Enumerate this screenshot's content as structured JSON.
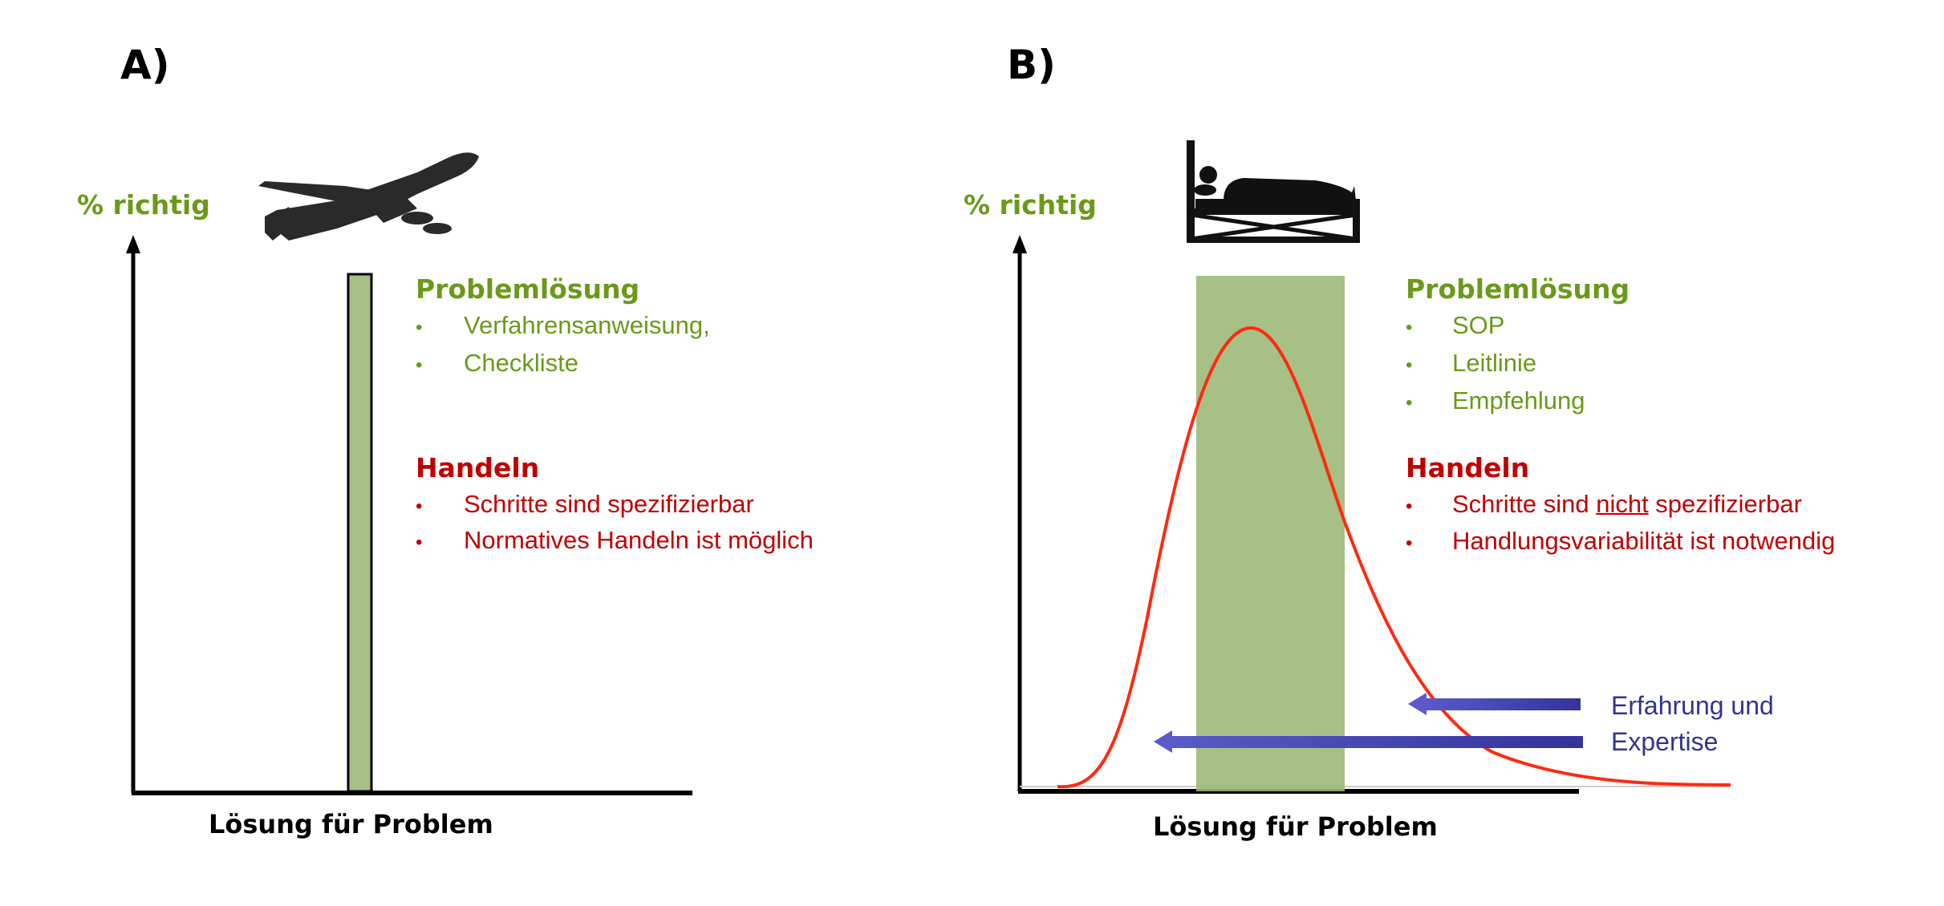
{
  "panel_a": {
    "label": "A)",
    "y_axis_label": "% richtig",
    "x_axis_label": "Lösung für Problem",
    "icon": "airplane-icon",
    "problem_heading": "Problemlösung",
    "problem_items": [
      "Verfahrensanweisung,",
      "Checkliste"
    ],
    "action_heading": "Handeln",
    "action_items": [
      "Schritte sind spezifizierbar",
      "Normatives Handeln ist möglich"
    ]
  },
  "panel_b": {
    "label": "B)",
    "y_axis_label": "% richtig",
    "x_axis_label": "Lösung für Problem",
    "icon": "patient-in-bed-icon",
    "problem_heading": "Problemlösung",
    "problem_items": [
      "SOP",
      "Leitlinie",
      "Empfehlung"
    ],
    "action_heading": "Handeln",
    "action_item_1_pre": "Schritte sind ",
    "action_item_1_emph": "nicht",
    "action_item_1_post": " spezifizierbar",
    "action_item_2": "Handlungsvariabilität ist notwendig",
    "arrow_label_line1": "Erfahrung und",
    "arrow_label_line2": "Expertise"
  },
  "bullet": "•",
  "colors": {
    "green": "#6a9a1a",
    "red": "#c00000",
    "blue": "#33338f",
    "bar": "#a8bf86",
    "curve": "#ff2a10"
  }
}
